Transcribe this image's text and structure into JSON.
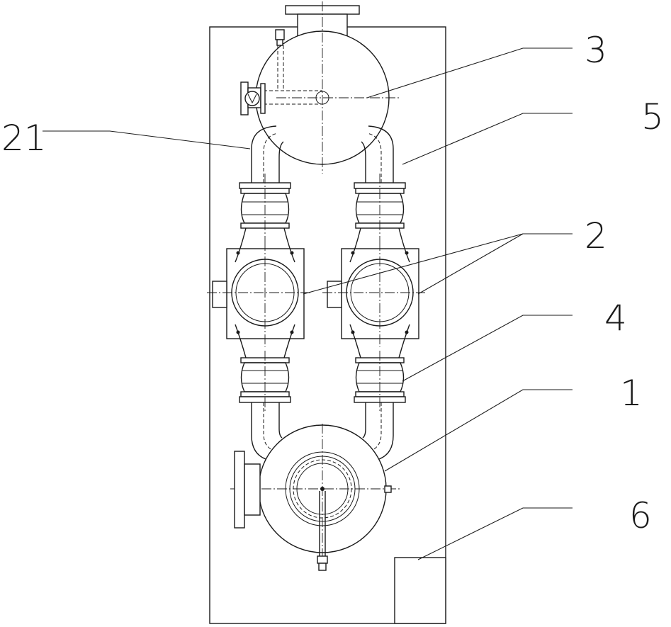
{
  "labels": {
    "l3": "3",
    "l5": "5",
    "l21": "21",
    "l2": "2",
    "l4": "4",
    "l1": "1",
    "l6": "6"
  }
}
